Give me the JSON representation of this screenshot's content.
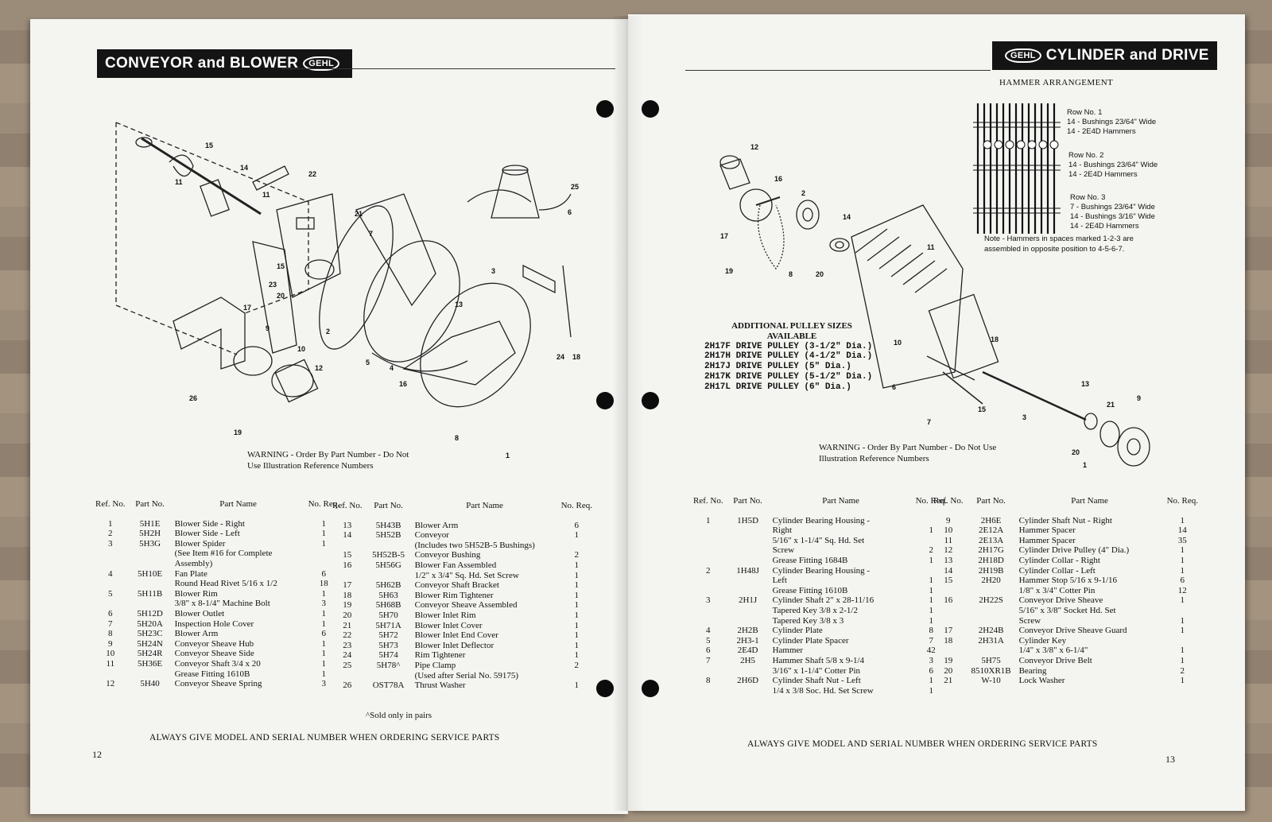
{
  "left": {
    "title": "CONVEYOR and BLOWER",
    "logo": "GEHL",
    "warning": "WARNING - Order By Part Number - Do Not Use Illustration Reference Numbers",
    "headers": {
      "ref": "Ref. No.",
      "part": "Part No.",
      "name": "Part Name",
      "req": "No. Req."
    },
    "col1": [
      [
        "1",
        "5H1E",
        "Blower Side - Right",
        "1"
      ],
      [
        "2",
        "5H2H",
        "Blower Side - Left",
        "1"
      ],
      [
        "3",
        "5H3G",
        "Blower Spider",
        "1"
      ],
      [
        "",
        "",
        "(See Item #16 for Complete",
        ""
      ],
      [
        "",
        "",
        "Assembly)",
        ""
      ],
      [
        "4",
        "5H10E",
        "Fan Plate",
        "6"
      ],
      [
        "",
        "",
        "Round Head Rivet 5/16 x 1/2",
        "18"
      ],
      [
        "5",
        "5H11B",
        "Blower Rim",
        "1"
      ],
      [
        "",
        "",
        "3/8\" x 8-1/4\" Machine Bolt",
        "3"
      ],
      [
        "6",
        "5H12D",
        "Blower Outlet",
        "1"
      ],
      [
        "7",
        "5H20A",
        "Inspection Hole Cover",
        "1"
      ],
      [
        "8",
        "5H23C",
        "Blower Arm",
        "6"
      ],
      [
        "9",
        "5H24N",
        "Conveyor Sheave Hub",
        "1"
      ],
      [
        "10",
        "5H24R",
        "Conveyor Sheave Side",
        "1"
      ],
      [
        "11",
        "5H36E",
        "Conveyor Shaft 3/4 x 20",
        "1"
      ],
      [
        "",
        "",
        "Grease Fitting 1610B",
        "1"
      ],
      [
        "12",
        "5H40",
        "Conveyor Sheave Spring",
        "3"
      ]
    ],
    "col2": [
      [
        "13",
        "5H43B",
        "Blower Arm",
        "6"
      ],
      [
        "14",
        "5H52B",
        "Conveyor",
        "1"
      ],
      [
        "",
        "",
        "(Includes two 5H52B-5 Bushings)",
        ""
      ],
      [
        "15",
        "5H52B-5",
        "Conveyor Bushing",
        "2"
      ],
      [
        "16",
        "5H56G",
        "Blower Fan Assembled",
        "1"
      ],
      [
        "",
        "",
        "1/2\" x 3/4\" Sq. Hd. Set Screw",
        "1"
      ],
      [
        "17",
        "5H62B",
        "Conveyor Shaft Bracket",
        "1"
      ],
      [
        "18",
        "5H63",
        "Blower Rim Tightener",
        "1"
      ],
      [
        "19",
        "5H68B",
        "Conveyor Sheave Assembled",
        "1"
      ],
      [
        "20",
        "5H70",
        "Blower Inlet Rim",
        "1"
      ],
      [
        "21",
        "5H71A",
        "Blower Inlet Cover",
        "1"
      ],
      [
        "22",
        "5H72",
        "Blower Inlet End Cover",
        "1"
      ],
      [
        "23",
        "5H73",
        "Blower Inlet Deflector",
        "1"
      ],
      [
        "24",
        "5H74",
        "Rim Tightener",
        "1"
      ],
      [
        "25",
        "5H78^",
        "Pipe Clamp",
        "2"
      ],
      [
        "",
        "",
        "(Used after Serial No. 59175)",
        ""
      ],
      [
        "26",
        "OST78A",
        "Thrust Washer",
        "1"
      ]
    ],
    "sold_note": "^Sold only in pairs",
    "footer": "ALWAYS GIVE MODEL AND SERIAL NUMBER WHEN ORDERING SERVICE PARTS",
    "page_number": "12"
  },
  "right": {
    "title": "CYLINDER and DRIVE",
    "logo": "GEHL",
    "hammer_title": "HAMMER ARRANGEMENT",
    "rows": [
      {
        "label": "Row No. 1",
        "lines": [
          "14 - Bushings 23/64\" Wide",
          "14 - 2E4D Hammers"
        ]
      },
      {
        "label": "Row No. 2",
        "lines": [
          "14 - Bushings 23/64\" Wide",
          "14 - 2E4D Hammers"
        ]
      },
      {
        "label": "Row No. 3",
        "lines": [
          "7 - Bushings 23/64\" Wide",
          "14 - Bushings 3/16\" Wide",
          "14 - 2E4D Hammers"
        ]
      }
    ],
    "hammer_note": "Note - Hammers in spaces marked 1-2-3 are assembled in opposite position to 4-5-6-7.",
    "pulley_heading": "ADDITIONAL PULLEY SIZES AVAILABLE",
    "pulleys": [
      "2H17F DRIVE PULLEY (3-1/2\" Dia.)",
      "2H17H DRIVE PULLEY (4-1/2\" Dia.)",
      "2H17J DRIVE PULLEY (5\" Dia.)",
      "2H17K DRIVE PULLEY (5-1/2\" Dia.)",
      "2H17L DRIVE PULLEY (6\" Dia.)"
    ],
    "warning": "WARNING - Order By Part Number - Do Not Use Illustration Reference Numbers",
    "headers": {
      "ref": "Ref. No.",
      "part": "Part No.",
      "name": "Part Name",
      "req": "No. Req."
    },
    "col1": [
      [
        "1",
        "1H5D",
        "Cylinder Bearing Housing -",
        ""
      ],
      [
        "",
        "",
        "Right",
        "1"
      ],
      [
        "",
        "",
        "5/16\" x 1-1/4\" Sq. Hd. Set",
        ""
      ],
      [
        "",
        "",
        "Screw",
        "2"
      ],
      [
        "",
        "",
        "Grease Fitting 1684B",
        "1"
      ],
      [
        "2",
        "1H48J",
        "Cylinder Bearing Housing -",
        ""
      ],
      [
        "",
        "",
        "Left",
        "1"
      ],
      [
        "",
        "",
        "Grease Fitting 1610B",
        "1"
      ],
      [
        "3",
        "2H1J",
        "Cylinder Shaft 2\" x 28-11/16",
        "1"
      ],
      [
        "",
        "",
        "Tapered Key 3/8 x 2-1/2",
        "1"
      ],
      [
        "",
        "",
        "Tapered Key 3/8 x 3",
        "1"
      ],
      [
        "4",
        "2H2B",
        "Cylinder Plate",
        "8"
      ],
      [
        "5",
        "2H3-1",
        "Cylinder Plate Spacer",
        "7"
      ],
      [
        "6",
        "2E4D",
        "Hammer",
        "42"
      ],
      [
        "7",
        "2H5",
        "Hammer Shaft 5/8 x 9-1/4",
        "3"
      ],
      [
        "",
        "",
        "3/16\" x 1-1/4\" Cotter Pin",
        "6"
      ],
      [
        "8",
        "2H6D",
        "Cylinder Shaft Nut - Left",
        "1"
      ],
      [
        "",
        "",
        "1/4 x 3/8 Soc. Hd. Set Screw",
        "1"
      ]
    ],
    "col2": [
      [
        "9",
        "2H6E",
        "Cylinder Shaft Nut - Right",
        "1"
      ],
      [
        "10",
        "2E12A",
        "Hammer Spacer",
        "14"
      ],
      [
        "11",
        "2E13A",
        "Hammer Spacer",
        "35"
      ],
      [
        "12",
        "2H17G",
        "Cylinder Drive Pulley (4\" Dia.)",
        "1"
      ],
      [
        "13",
        "2H18D",
        "Cylinder Collar - Right",
        "1"
      ],
      [
        "14",
        "2H19B",
        "Cylinder Collar - Left",
        "1"
      ],
      [
        "15",
        "2H20",
        "Hammer Stop 5/16 x 9-1/16",
        "6"
      ],
      [
        "",
        "",
        "1/8\" x 3/4\" Cotter Pin",
        "12"
      ],
      [
        "16",
        "2H22S",
        "Conveyor Drive Sheave",
        "1"
      ],
      [
        "",
        "",
        "5/16\" x 3/8\" Socket Hd. Set",
        ""
      ],
      [
        "",
        "",
        "Screw",
        "1"
      ],
      [
        "17",
        "2H24B",
        "Conveyor Drive Sheave Guard",
        "1"
      ],
      [
        "18",
        "2H31A",
        "Cylinder Key",
        ""
      ],
      [
        "",
        "",
        "1/4\" x 3/8\" x 6-1/4\"",
        "1"
      ],
      [
        "19",
        "5H75",
        "Conveyor Drive Belt",
        "1"
      ],
      [
        "20",
        "8510XR1B",
        "Bearing",
        "2"
      ],
      [
        "21",
        "W-10",
        "Lock Washer",
        "1"
      ]
    ],
    "footer": "ALWAYS GIVE MODEL AND SERIAL NUMBER WHEN ORDERING SERVICE PARTS",
    "page_number": "13"
  }
}
